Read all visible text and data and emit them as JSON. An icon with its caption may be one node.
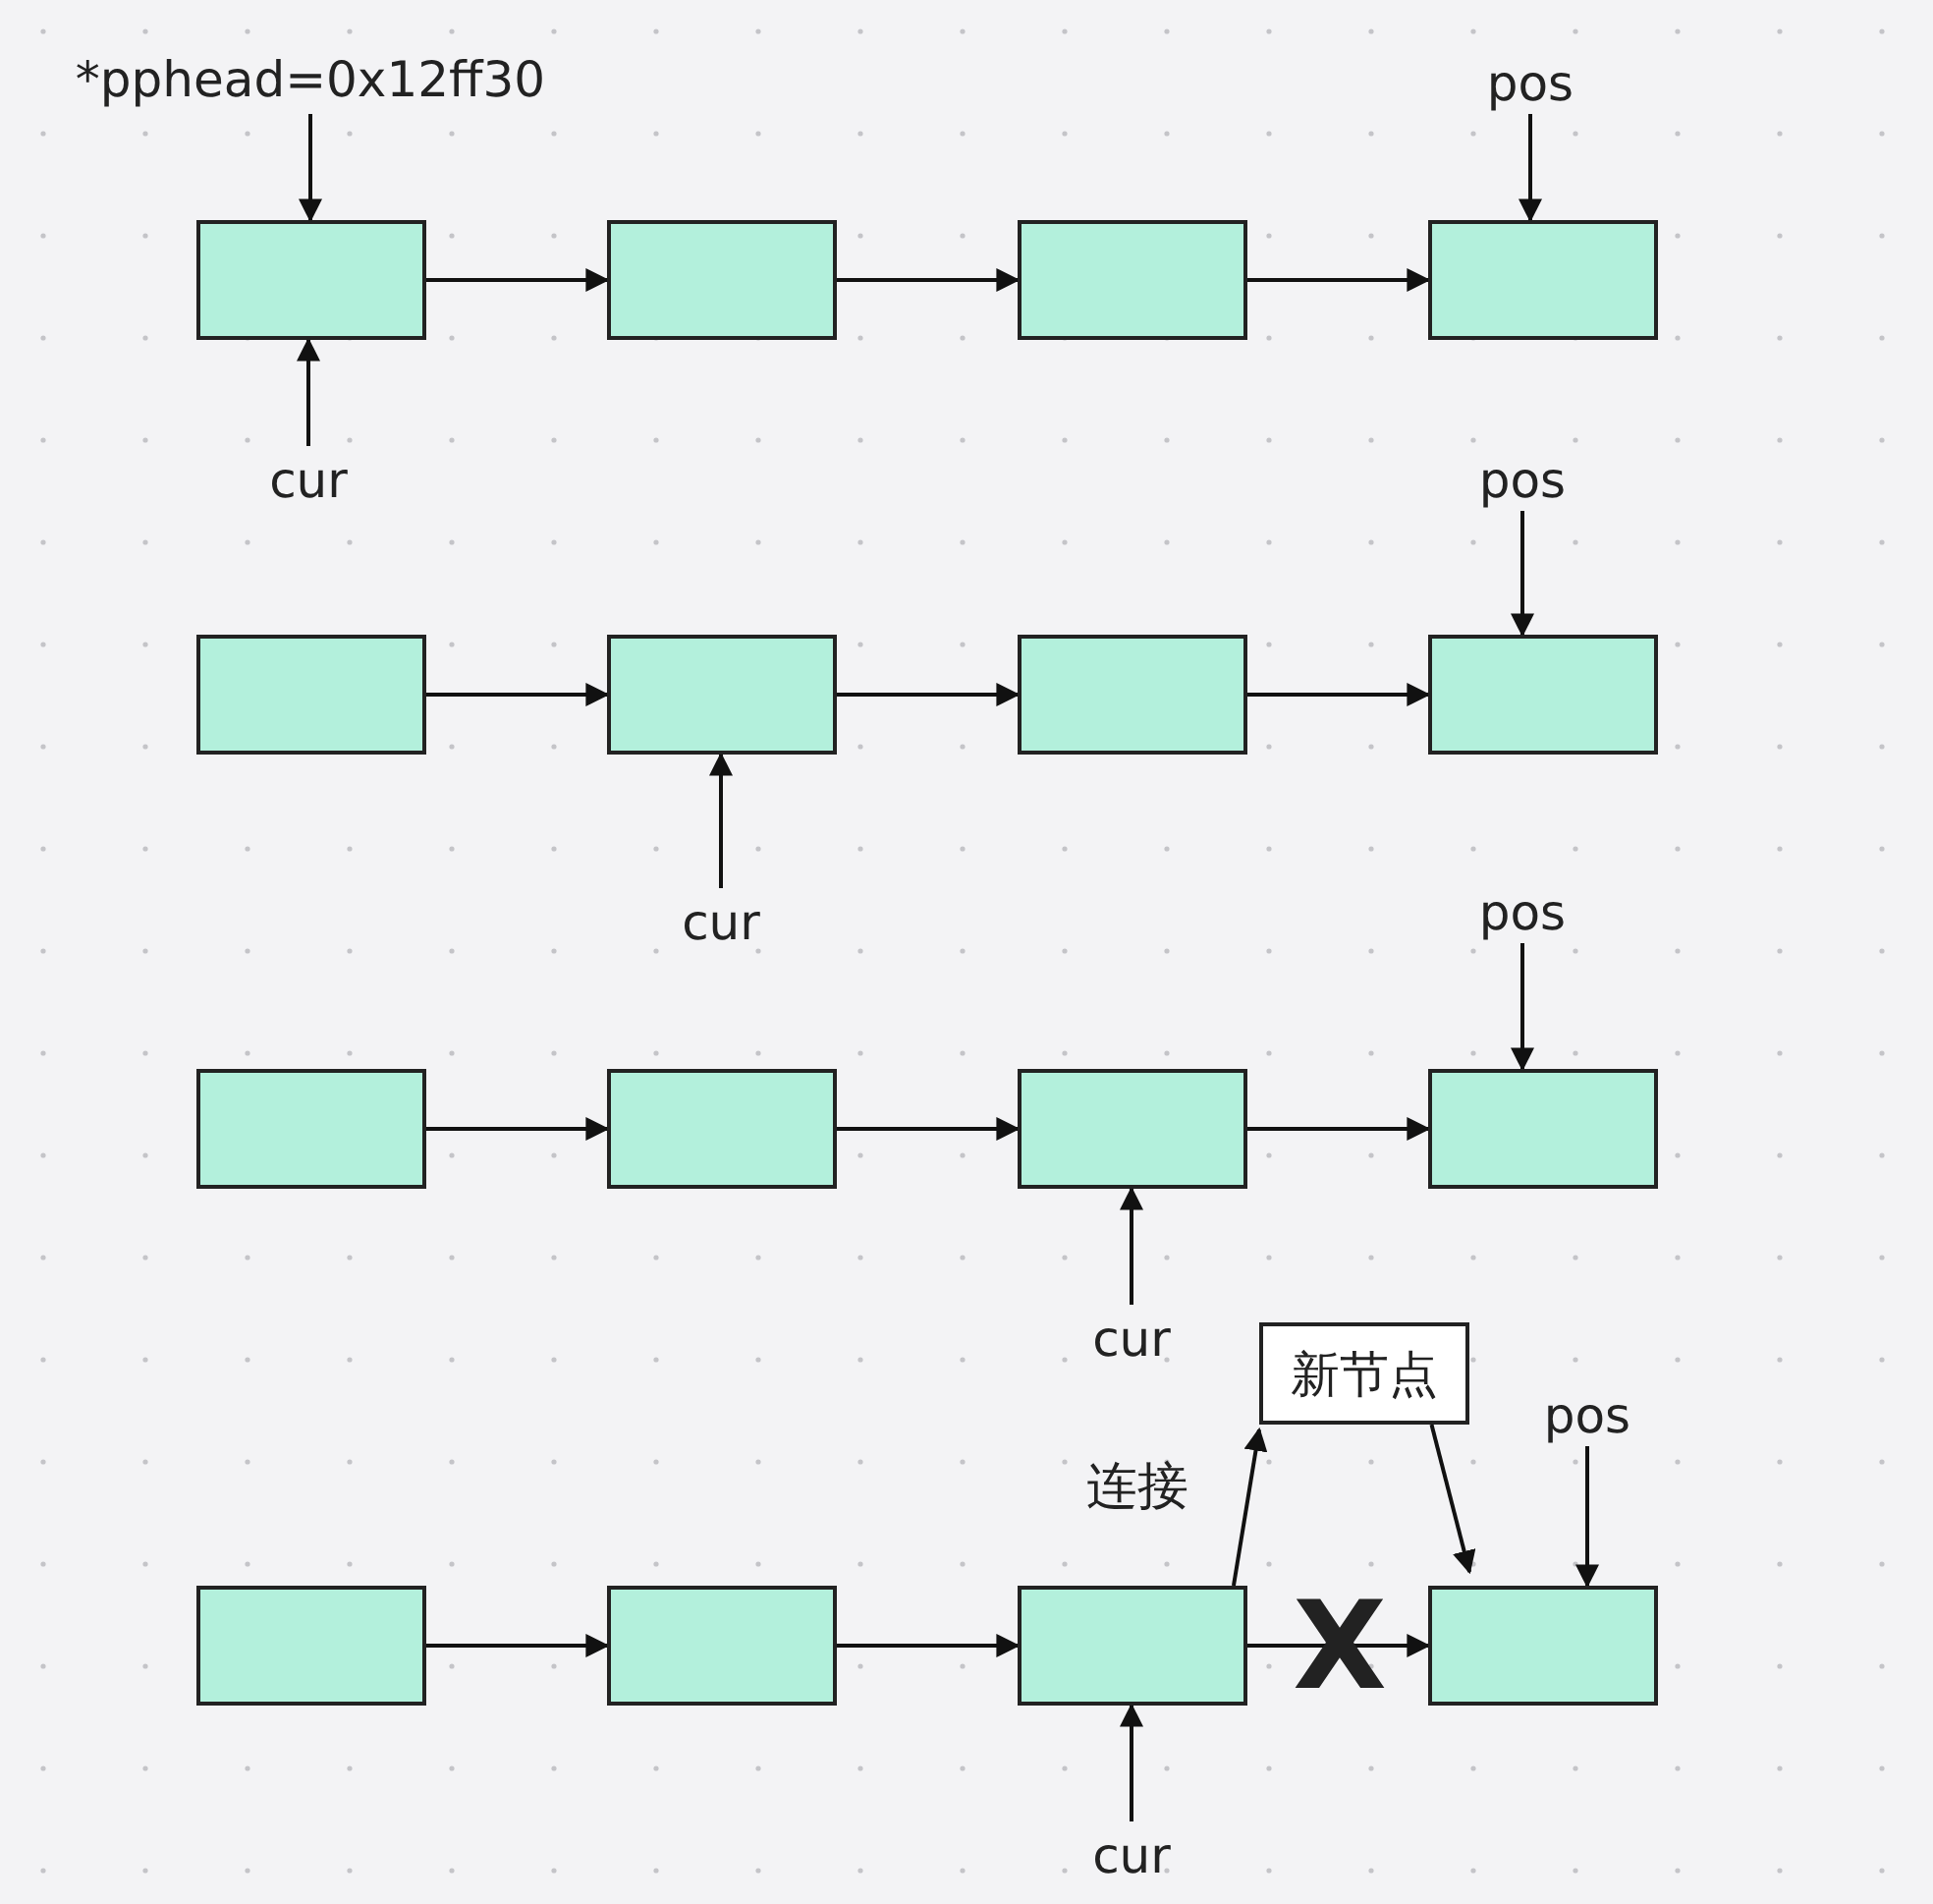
{
  "diagram": {
    "nodes": [
      {
        "text": [
          "*pphead=0x12ff30"
        ]
      },
      {
        "text": [
          "pos"
        ]
      },
      {
        "text": [],
        "shape": "box"
      },
      {
        "text": [],
        "shape": "box"
      },
      {
        "text": [],
        "shape": "box"
      },
      {
        "text": [],
        "shape": "box"
      },
      {
        "text": [
          "cur"
        ]
      },
      {
        "text": [
          "pos"
        ]
      },
      {
        "text": [],
        "shape": "box"
      },
      {
        "text": [],
        "shape": "box"
      },
      {
        "text": [],
        "shape": "box"
      },
      {
        "text": [],
        "shape": "box"
      },
      {
        "text": [
          "cur"
        ]
      },
      {
        "text": [
          "pos"
        ]
      },
      {
        "text": [],
        "shape": "box"
      },
      {
        "text": [],
        "shape": "box"
      },
      {
        "text": [],
        "shape": "box"
      },
      {
        "text": [],
        "shape": "box"
      },
      {
        "text": [
          "cur"
        ]
      },
      {
        "text": [
          "新节点"
        ]
      },
      {
        "text": [
          "pos"
        ]
      },
      {
        "text": [],
        "shape": "box"
      },
      {
        "text": [],
        "shape": "box"
      },
      {
        "text": [],
        "shape": "box"
      },
      {
        "text": [],
        "shape": "box"
      },
      {
        "text": [
          "cur"
        ]
      }
    ],
    "edges": [
      {
        "from": 0,
        "to": 2,
        "arrow": "to"
      },
      {
        "from": 1,
        "to": 5,
        "arrow": "to"
      },
      {
        "from": 2,
        "to": 3,
        "arrow": "to"
      },
      {
        "from": 3,
        "to": 4,
        "arrow": "to"
      },
      {
        "from": 4,
        "to": 5,
        "arrow": "to"
      },
      {
        "from": 6,
        "to": 2,
        "arrow": "to"
      },
      {
        "from": 7,
        "to": 11,
        "arrow": "to"
      },
      {
        "from": 8,
        "to": 9,
        "arrow": "to"
      },
      {
        "from": 9,
        "to": 10,
        "arrow": "to"
      },
      {
        "from": 10,
        "to": 11,
        "arrow": "to"
      },
      {
        "from": 12,
        "to": 9,
        "arrow": "to"
      },
      {
        "from": 13,
        "to": 17,
        "arrow": "to"
      },
      {
        "from": 14,
        "to": 15,
        "arrow": "to"
      },
      {
        "from": 15,
        "to": 16,
        "arrow": "to"
      },
      {
        "from": 16,
        "to": 17,
        "arrow": "to"
      },
      {
        "from": 18,
        "to": 16,
        "arrow": "to"
      },
      {
        "from": 20,
        "to": 24,
        "arrow": "to"
      },
      {
        "from": 21,
        "to": 22,
        "arrow": "to"
      },
      {
        "from": 22,
        "to": 23,
        "arrow": "to"
      },
      {
        "from": 23,
        "to": 19,
        "arrow": "to",
        "label": "连接"
      },
      {
        "from": 19,
        "to": 24,
        "arrow": "to"
      },
      {
        "from": 23,
        "to": 24,
        "arrow": "to",
        "label": "X"
      },
      {
        "from": 25,
        "to": 23,
        "arrow": "to"
      }
    ]
  }
}
